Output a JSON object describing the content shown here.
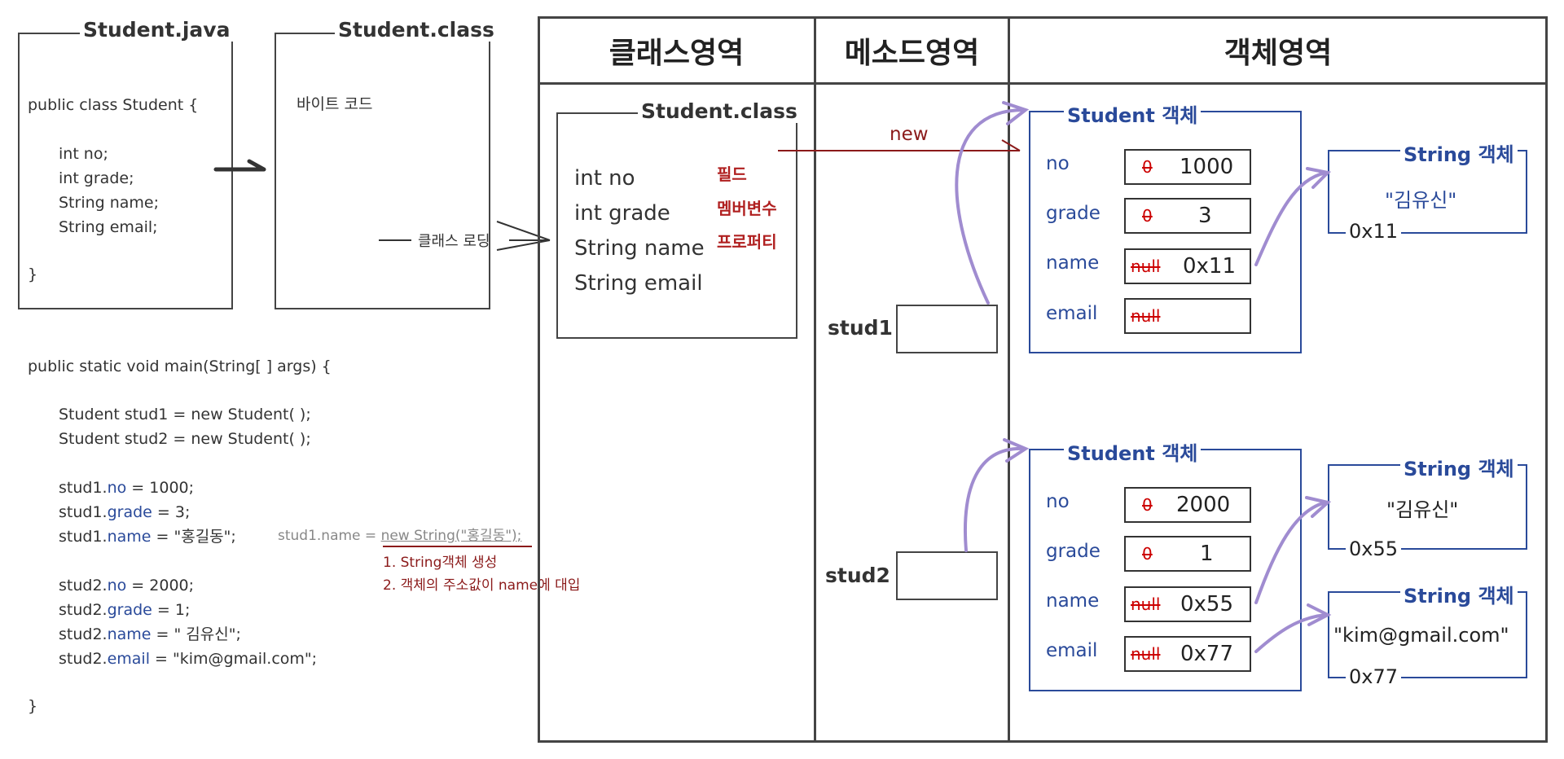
{
  "source_box": {
    "title": "Student.java",
    "lines": [
      "public class Student {",
      "int no;",
      "int grade;",
      "String name;",
      "String email;",
      "}"
    ]
  },
  "class_file_box": {
    "title": "Student.class",
    "content": "바이트 코드",
    "loading_label": "클래스 로딩"
  },
  "main_code": {
    "signature": "public static void main(String[ ] args) {",
    "create_lines": [
      "Student stud1 = new Student( );",
      "Student stud2 = new Student( );"
    ],
    "stud1_assign": [
      {
        "obj": "stud1.",
        "field": "no",
        "rest": " = 1000;"
      },
      {
        "obj": "stud1.",
        "field": "grade",
        "rest": " = 3;"
      },
      {
        "obj": "stud1.",
        "field": "name",
        "rest": " = \"홍길동\";"
      }
    ],
    "stud2_assign": [
      {
        "obj": "stud2.",
        "field": "no",
        "rest": " = 2000;"
      },
      {
        "obj": "stud2.",
        "field": "grade",
        "rest": " = 1;"
      },
      {
        "obj": "stud2.",
        "field": "name",
        "rest": " = \" 김유신\";"
      },
      {
        "obj": "stud2.",
        "field": "email",
        "rest": " = \"kim@gmail.com\";"
      }
    ],
    "close": "}",
    "annotation": {
      "prefix": "stud1.name = ",
      "underlined": "new String(\"홍길동\");",
      "note1": "1. String객체 생성",
      "note2": "2. 객체의 주소값이 name에 대입"
    }
  },
  "headers": {
    "class_area": "클래스영역",
    "method_area": "메소드영역",
    "object_area": "객체영역"
  },
  "class_area": {
    "box_title": "Student.class",
    "members": [
      "int no",
      "int grade",
      "String name",
      "String email"
    ],
    "tags": [
      "필드",
      "멤버변수",
      "프로퍼티"
    ],
    "new_label": "new"
  },
  "method_area": {
    "vars": [
      "stud1",
      "stud2"
    ]
  },
  "objects": [
    {
      "title": "Student 객체",
      "fields": [
        {
          "label": "no",
          "old": "0",
          "value": "1000"
        },
        {
          "label": "grade",
          "old": "0",
          "value": "3"
        },
        {
          "label": "name",
          "old": "null",
          "value": "0x11"
        },
        {
          "label": "email",
          "old": "null",
          "value": ""
        }
      ]
    },
    {
      "title": "Student 객체",
      "fields": [
        {
          "label": "no",
          "old": "0",
          "value": "2000"
        },
        {
          "label": "grade",
          "old": "0",
          "value": "1"
        },
        {
          "label": "name",
          "old": "null",
          "value": "0x55"
        },
        {
          "label": "email",
          "old": "null",
          "value": "0x77"
        }
      ]
    }
  ],
  "strings": [
    {
      "title": "String 객체",
      "value": "\"김유신\"",
      "addr": "0x11"
    },
    {
      "title": "String 객체",
      "value": "\"김유신\"",
      "addr": "0x55"
    },
    {
      "title": "String 객체",
      "value": "\"kim@gmail.com\"",
      "addr": "0x77"
    }
  ],
  "colors": {
    "blue": "#2a4a9a",
    "dark_red": "#8b1a1a",
    "arrow_purple": "#a08cd0"
  }
}
